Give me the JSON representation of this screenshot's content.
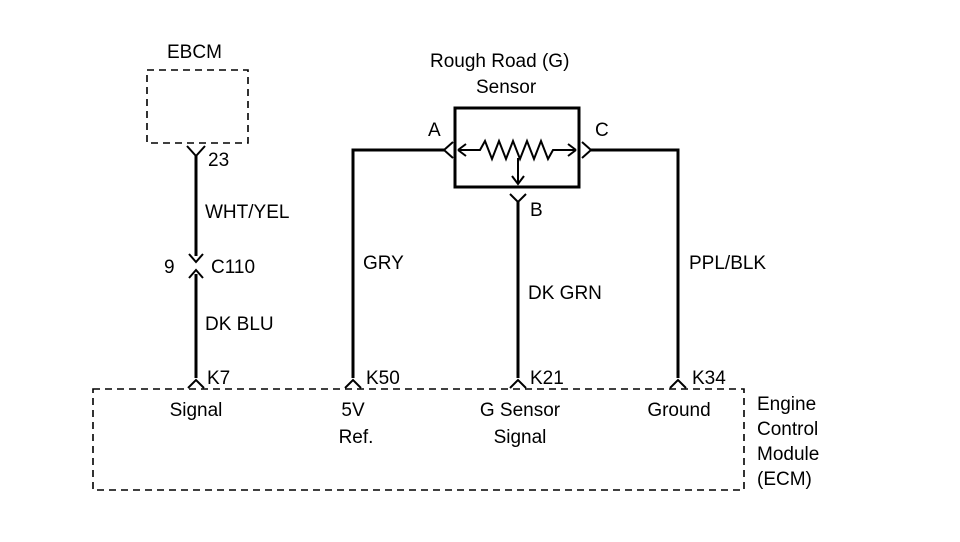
{
  "ebcm": {
    "label": "EBCM",
    "pin": "23"
  },
  "wires": {
    "ebcm_upper": "WHT/YEL",
    "ebcm_lower": "DK BLU",
    "sensor_a": "GRY",
    "sensor_b": "DK GRN",
    "sensor_c": "PPL/BLK"
  },
  "connector": {
    "pin": "9",
    "id": "C110"
  },
  "sensor": {
    "title_line1": "Rough Road (G)",
    "title_line2": "Sensor",
    "pin_a": "A",
    "pin_b": "B",
    "pin_c": "C"
  },
  "ecm": {
    "label_line1": "Engine",
    "label_line2": "Control",
    "label_line3": "Module",
    "label_line4": "(ECM)",
    "pins": [
      {
        "id": "K7",
        "line1": "Signal",
        "line2": ""
      },
      {
        "id": "K50",
        "line1": "5V",
        "line2": "Ref."
      },
      {
        "id": "K21",
        "line1": "G Sensor",
        "line2": "Signal"
      },
      {
        "id": "K34",
        "line1": "Ground",
        "line2": ""
      }
    ]
  },
  "colors": {
    "line": "#000000",
    "background": "#ffffff"
  }
}
